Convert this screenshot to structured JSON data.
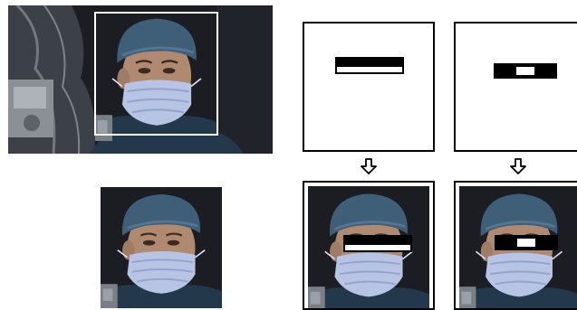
{
  "figure": {
    "source_image": {
      "kind": "photo",
      "subject": "surgeon-in-cap-and-mask",
      "detection_box_color": "#ffffff"
    },
    "cropped_face": {
      "kind": "photo"
    },
    "haar_features": [
      {
        "id": "edge-feature",
        "type": "two-rectangle-horizontal",
        "dark_color": "#000000",
        "light_color": "#ffffff"
      },
      {
        "id": "line-feature",
        "type": "three-rectangle-horizontal",
        "dark_color": "#000000",
        "light_color": "#ffffff"
      }
    ],
    "arrow_icon": "down-arrow-outline-icon",
    "colors": {
      "cap": "#3f5f78",
      "mask": "#b8c4e4",
      "skin": "#b08a70",
      "background": "#1b1d22"
    }
  }
}
